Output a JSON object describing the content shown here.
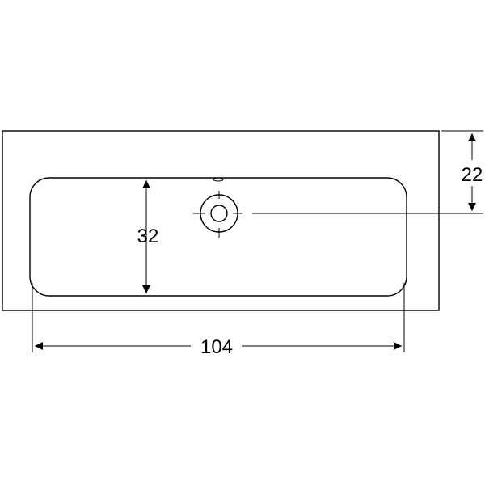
{
  "dimensions": {
    "basin_depth_label": "32",
    "drain_offset_label": "22",
    "basin_width_label": "104"
  }
}
